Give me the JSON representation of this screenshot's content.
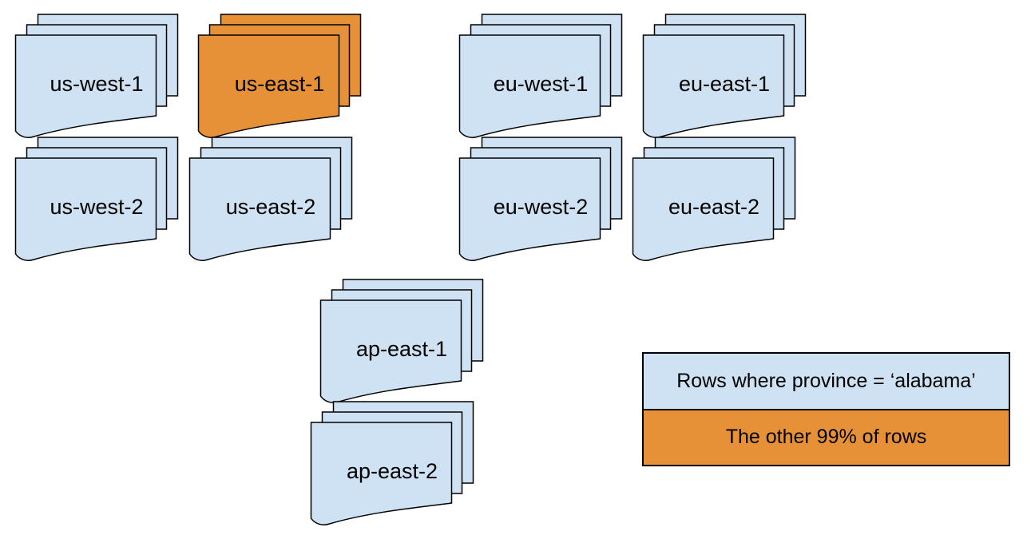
{
  "diagram": {
    "stacks": [
      {
        "label": "us-west-1",
        "variant": "blue"
      },
      {
        "label": "us-east-1",
        "variant": "orange"
      },
      {
        "label": "eu-west-1",
        "variant": "blue"
      },
      {
        "label": "eu-east-1",
        "variant": "blue"
      },
      {
        "label": "us-west-2",
        "variant": "blue"
      },
      {
        "label": "us-east-2",
        "variant": "blue"
      },
      {
        "label": "eu-west-2",
        "variant": "blue"
      },
      {
        "label": "eu-east-2",
        "variant": "blue"
      },
      {
        "label": "ap-east-1",
        "variant": "blue"
      },
      {
        "label": "ap-east-2",
        "variant": "blue"
      }
    ],
    "legend": {
      "items": [
        {
          "label": "Rows where province = ‘alabama’",
          "variant": "blue"
        },
        {
          "label": "The other 99% of rows",
          "variant": "orange"
        }
      ]
    },
    "colors": {
      "blue": "#cfe2f3",
      "orange": "#e69138",
      "stroke": "#000000",
      "background": "#ffffff"
    }
  }
}
